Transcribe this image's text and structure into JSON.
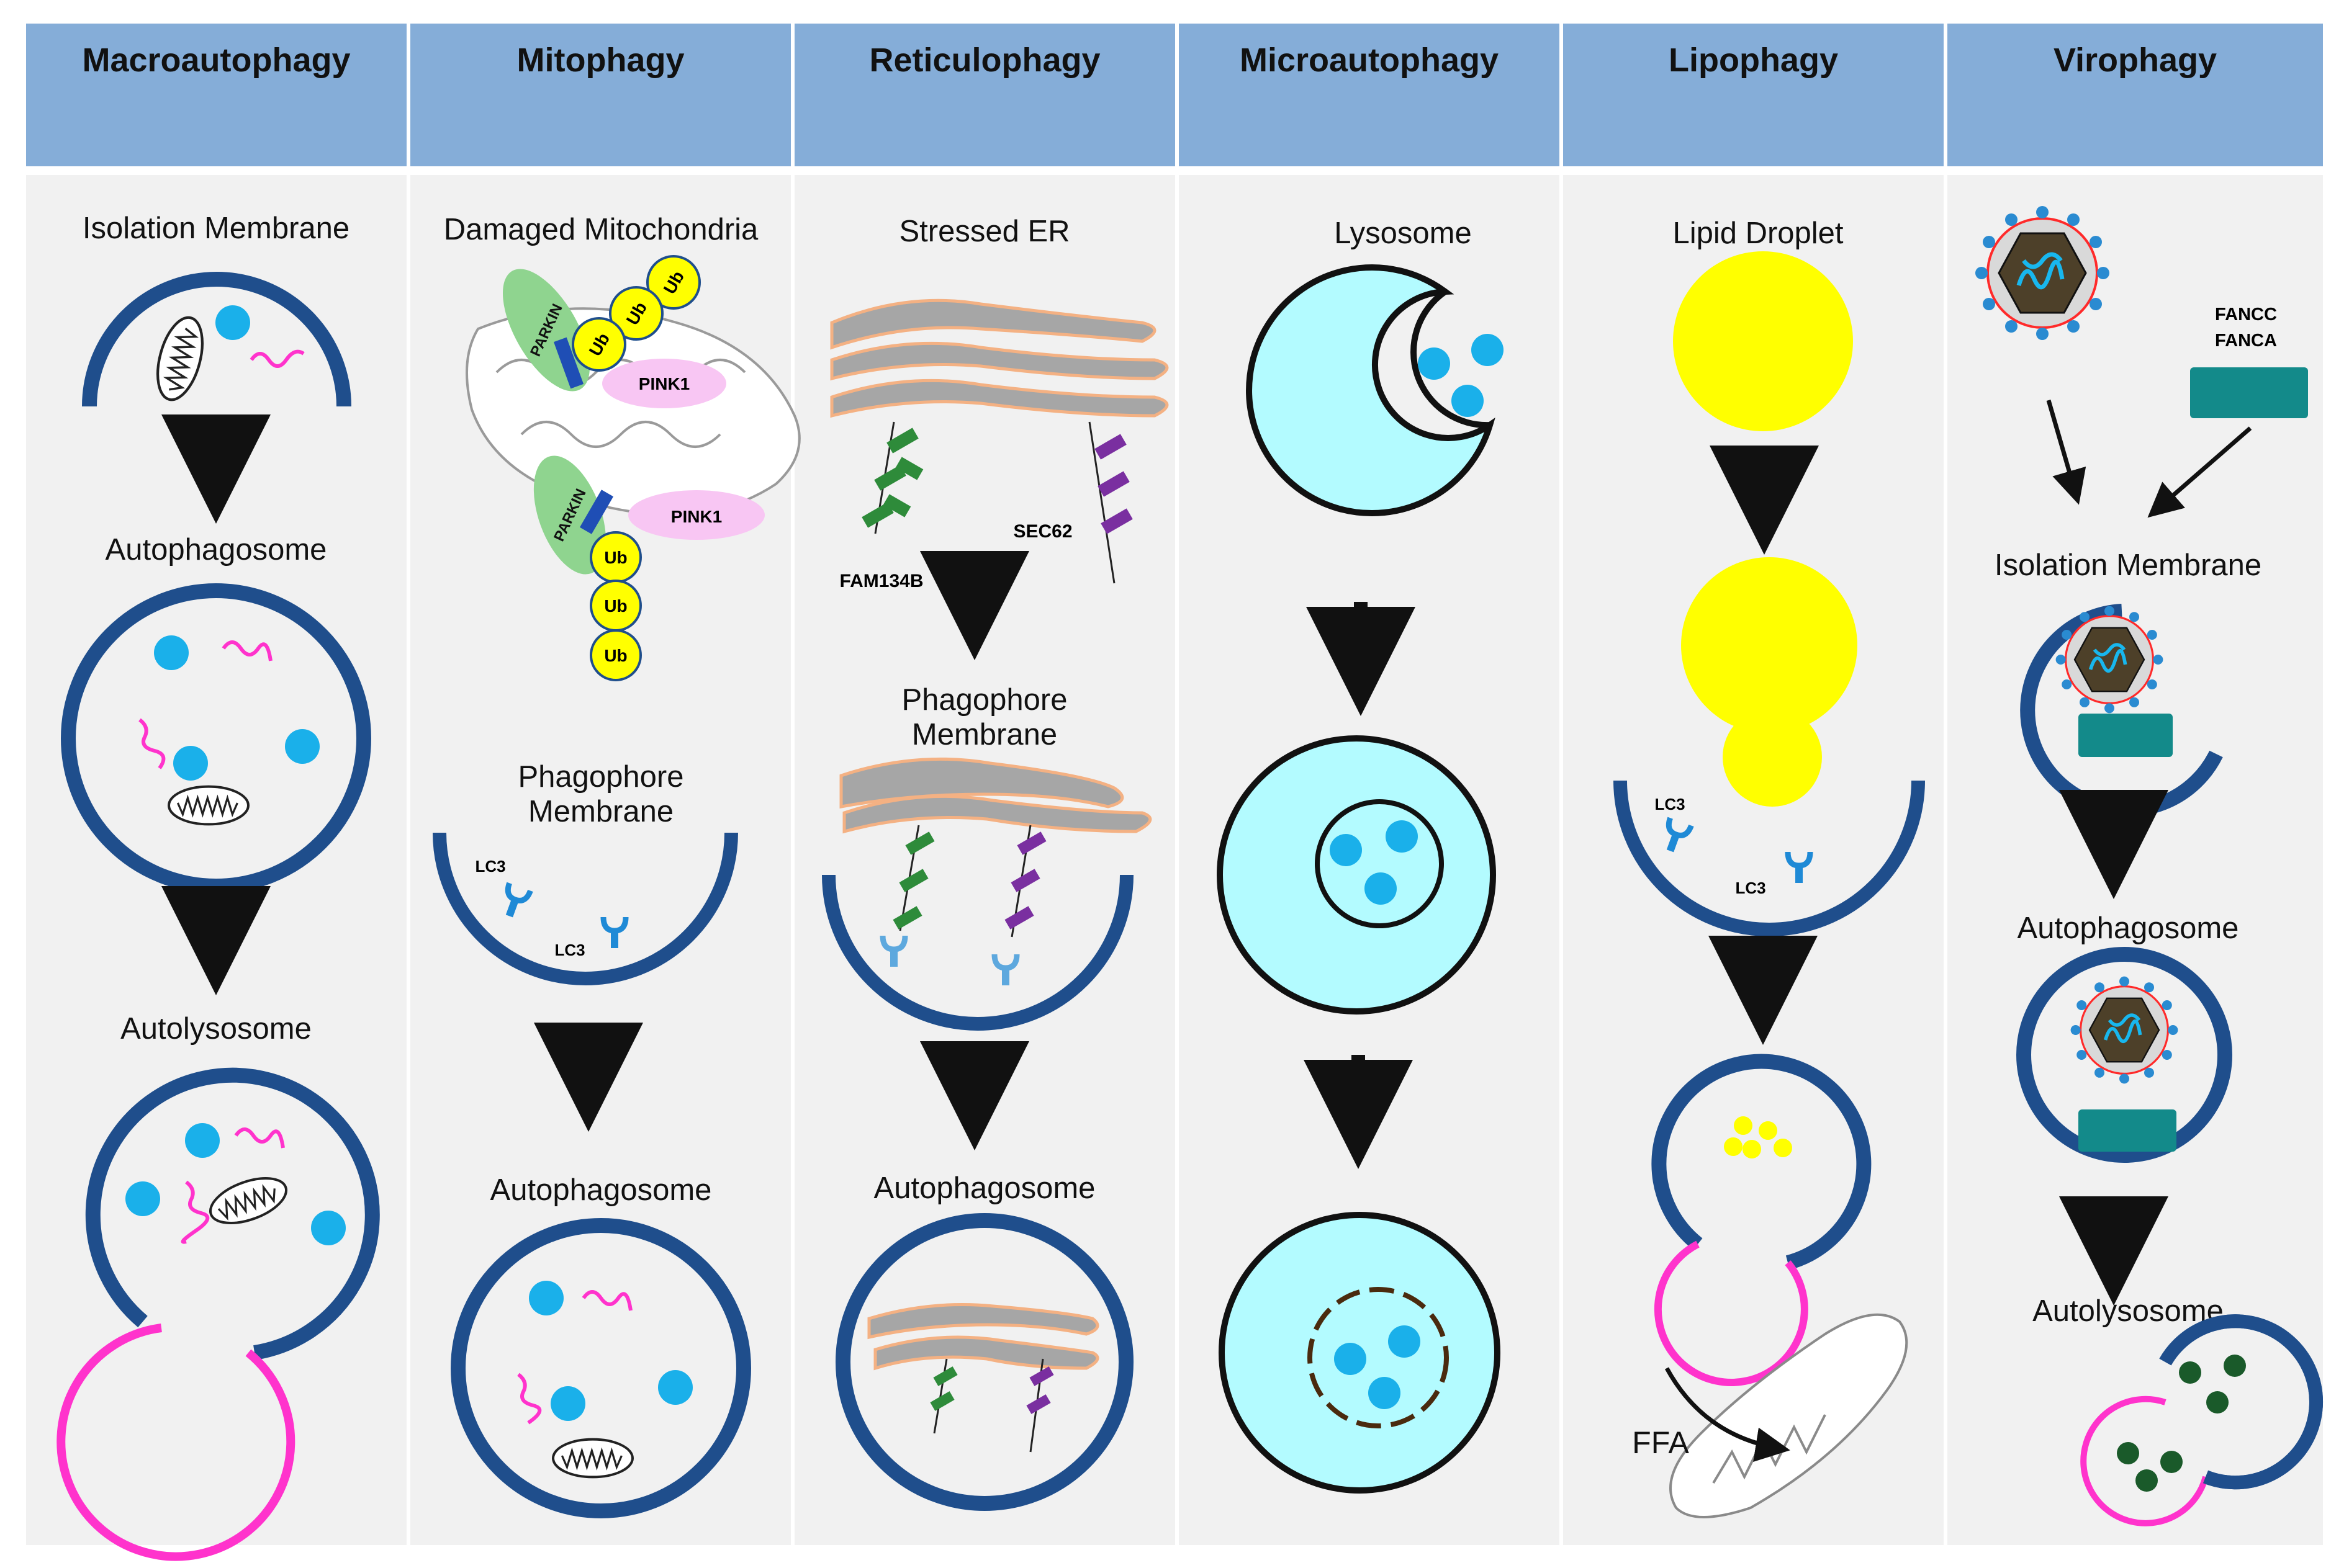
{
  "columns": [
    {
      "title": "Macroautophagy",
      "stages": [
        "Isolation Membrane",
        "Autophagosome",
        "Autolysosome"
      ]
    },
    {
      "title": "Mitophagy",
      "stages": [
        "Damaged Mitochondria",
        "Phagophore Membrane",
        "Autophagosome"
      ]
    },
    {
      "title": "Reticulophagy",
      "stages": [
        "Stressed ER",
        "Phagophore Membrane",
        "Autophagosome"
      ]
    },
    {
      "title": "Microautophagy",
      "stages": [
        "Lysosome"
      ]
    },
    {
      "title": "Lipophagy",
      "stages": [
        "Lipid Droplet"
      ]
    },
    {
      "title": "Virophagy",
      "stages": [
        "Isolation Membrane",
        "Autophagosome",
        "Autolysosome"
      ]
    }
  ],
  "small_labels": {
    "parkin": "PARKIN",
    "pink1": "PINK1",
    "ub": "Ub",
    "lc3": "LC3",
    "fam134b": "FAM134B",
    "sec62": "SEC62",
    "ffa": "FFA",
    "fancc": "FANCC",
    "fanca": "FANCA"
  },
  "colors": {
    "header": "#85add8",
    "panel": "#f1f1f1",
    "membrane": "#1f4e8c",
    "lysosome_magenta": "#ff33cc",
    "cargo_blue": "#1ab0ea",
    "lysosome_fill": "#b3fbff",
    "lipid_yellow": "#ffff00",
    "receptor_teal": "#138a8a",
    "fam134b_green": "#2e8b3a",
    "sec62_purple": "#7a2fa0"
  }
}
